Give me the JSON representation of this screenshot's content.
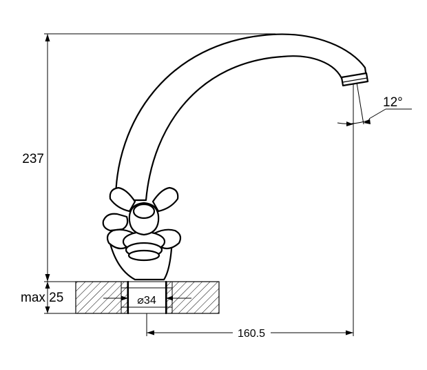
{
  "drawing": {
    "dimensions": {
      "height": "237",
      "max_counter_thickness": "max 25",
      "mount_hole_diameter": "⌀34",
      "spout_reach": "160.5",
      "spout_angle": "12°"
    },
    "line_color": "#000000",
    "background_color": "#ffffff"
  }
}
